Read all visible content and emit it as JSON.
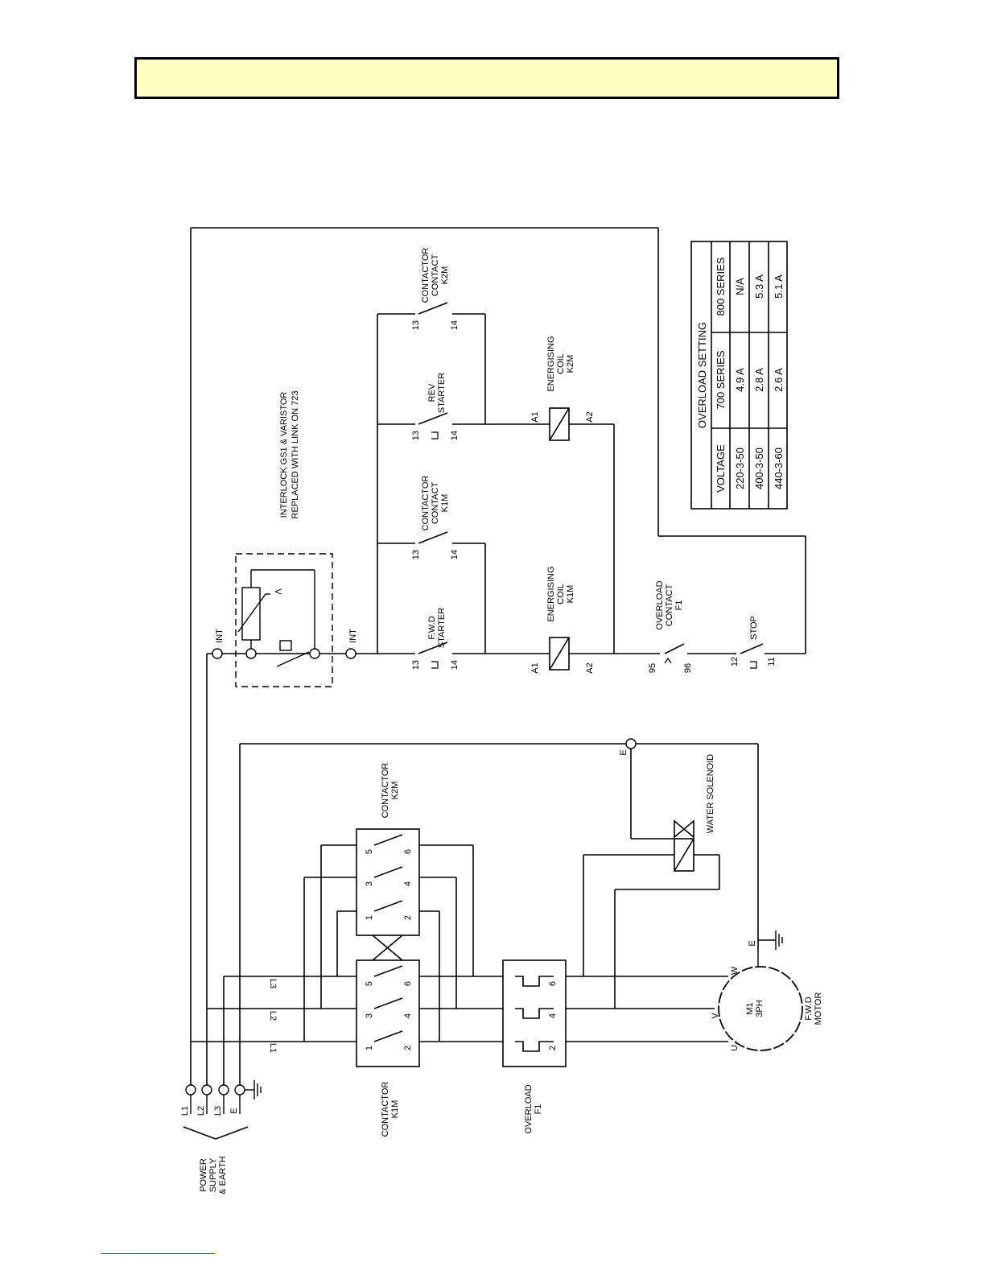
{
  "labels": {
    "power_supply": [
      "POWER",
      "SUPPLY",
      "& EARTH"
    ],
    "supply_terminals": [
      "L1",
      "L2",
      "L3",
      "E"
    ],
    "line_tags": [
      "L1",
      "L2",
      "L3"
    ],
    "contactor_k1m": [
      "CONTACTOR",
      "K1M"
    ],
    "contactor_k2m": [
      "CONTACTOR",
      "K2M"
    ],
    "overload_f1": [
      "OVERLOAD",
      "F1"
    ],
    "contact_numbers": {
      "c1": "1",
      "c2": "2",
      "c3": "3",
      "c4": "4",
      "c5": "5",
      "c6": "6"
    },
    "motor_name": [
      "M1",
      "3PH"
    ],
    "motor_caption": [
      "F.W.D",
      "MOTOR"
    ],
    "motor_terminals": {
      "u": "U",
      "v": "V",
      "w": "W",
      "e": "E"
    },
    "water_solenoid": "WATER  SOLENOID",
    "earth_tag": "E",
    "int_tag": "INT",
    "interlock_note": [
      "INTERLOCK  GS1  &  VARISTOR",
      "REPLACED  WITH  LINK  ON  723"
    ],
    "varistor_tag": "V",
    "fwd_starter": [
      "F.W.D",
      "STARTER"
    ],
    "rev_starter": [
      "REV",
      "STARTER"
    ],
    "contactor_contact_k1m": [
      "CONTACTOR",
      "CONTACT",
      "K1M"
    ],
    "contactor_contact_k2m": [
      "CONTACTOR",
      "CONTACT",
      "K2M"
    ],
    "energising_coil_k1m": [
      "ENERGISING",
      "COIL",
      "K1M"
    ],
    "energising_coil_k2m": [
      "ENERGISING",
      "COIL",
      "K2M"
    ],
    "overload_contact": [
      "OVERLOAD",
      "CONTACT",
      "F1"
    ],
    "stop": "STOP",
    "terminal_numbers": {
      "t13": "13",
      "t14": "14",
      "a1": "A1",
      "a2": "A2",
      "t95": "95",
      "t96": "96",
      "t12": "12",
      "t11": "11"
    }
  },
  "overload_table": {
    "title": "OVERLOAD  SETTING",
    "headers": [
      "VOLTAGE",
      "700  SERIES",
      "800  SERIES"
    ],
    "rows": [
      [
        "220-3-50",
        "4.9  A",
        "N/A"
      ],
      [
        "400-3-50",
        "2.8  A",
        "5.3  A"
      ],
      [
        "440-3-60",
        "2.6  A",
        "5.1  A"
      ]
    ]
  }
}
